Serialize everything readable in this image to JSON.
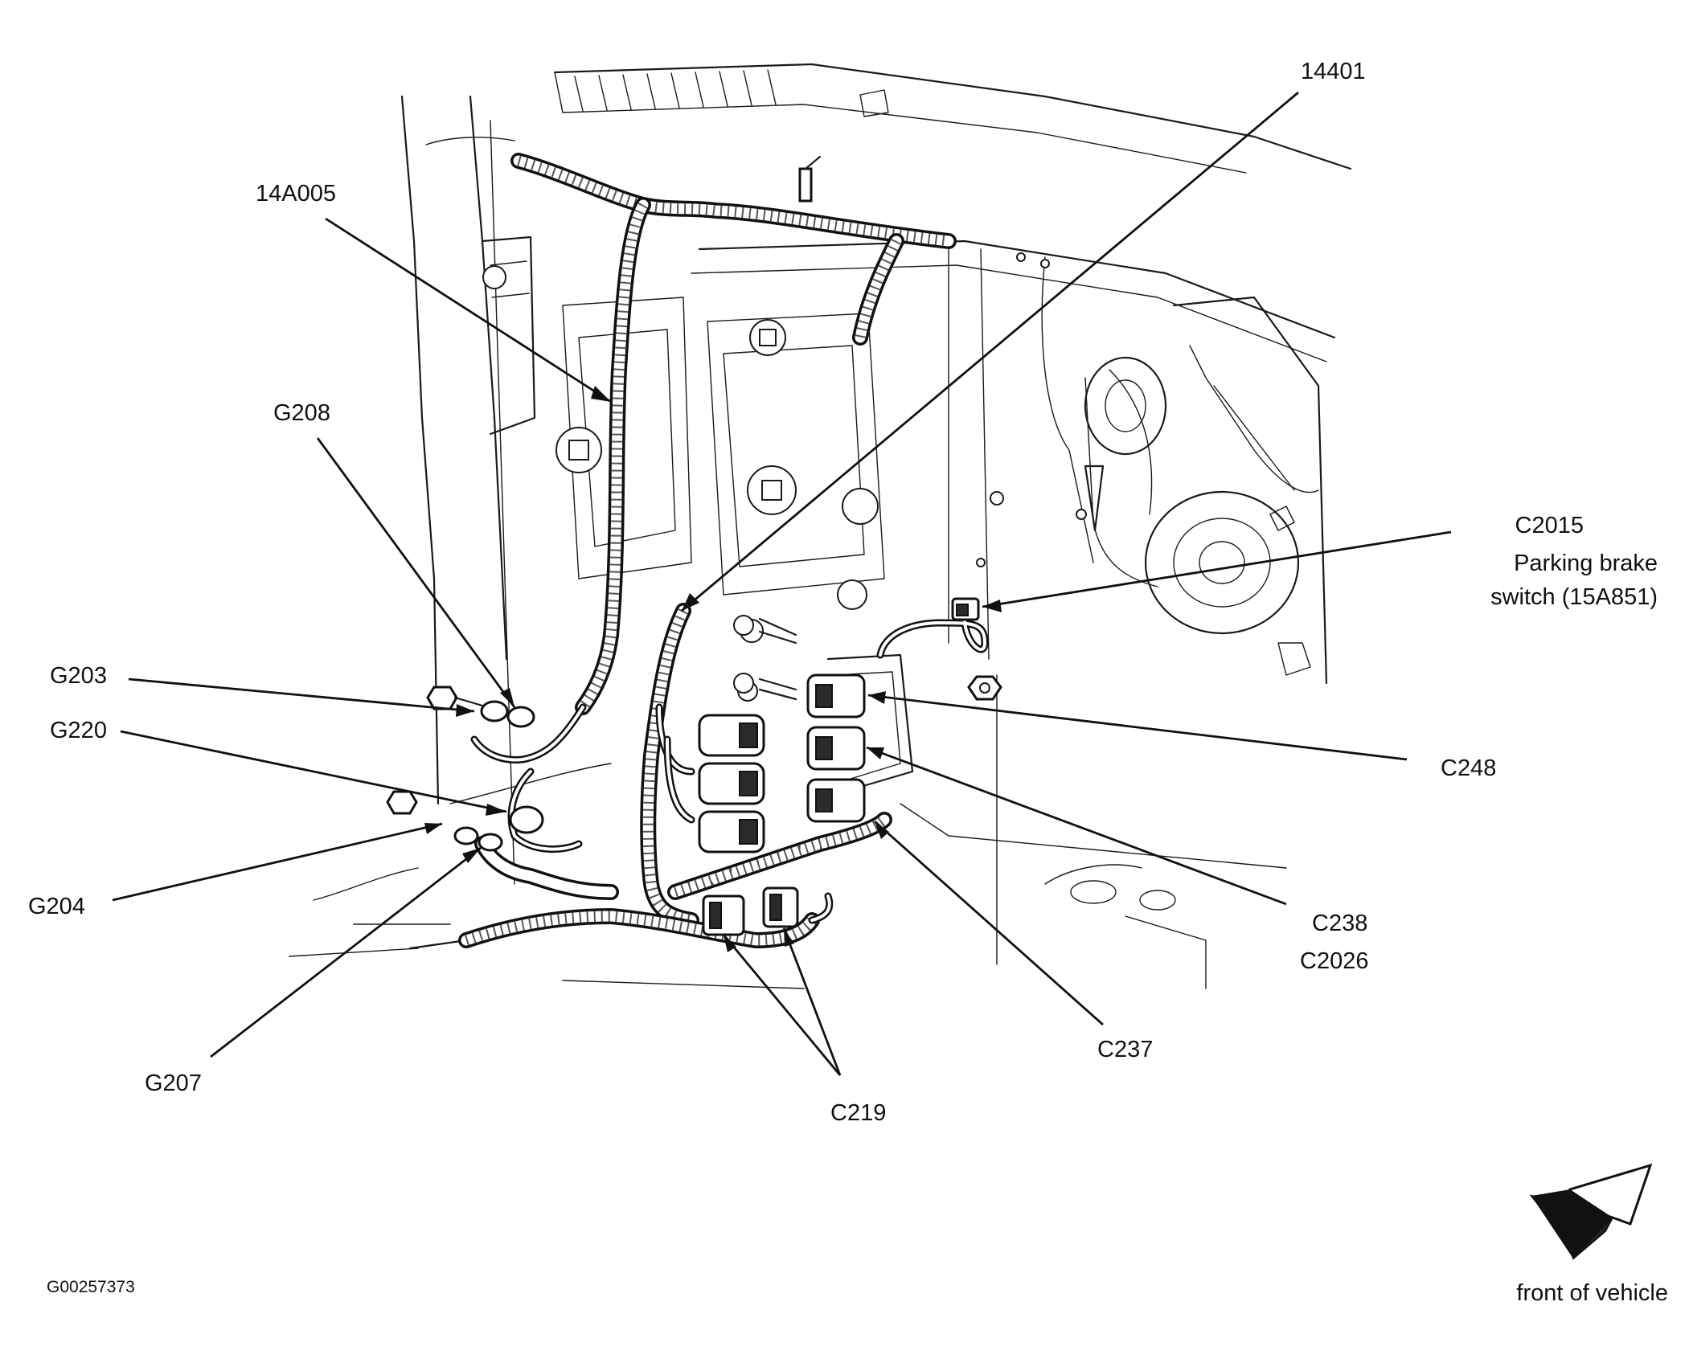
{
  "figure_id": "G00257373",
  "labels": {
    "harness_14A005": "14A005",
    "harness_14401": "14401",
    "g208": "G208",
    "g203": "G203",
    "g220": "G220",
    "g204": "G204",
    "g207": "G207",
    "c2015": "C2015",
    "c2015_desc_line1": "Parking brake",
    "c2015_desc_line2": "switch (15A851)",
    "c248": "C248",
    "c238": "C238",
    "c2026": "C2026",
    "c237": "C237",
    "c219": "C219"
  },
  "orientation": {
    "text": "front of vehicle",
    "icon": "arrow-icon"
  }
}
